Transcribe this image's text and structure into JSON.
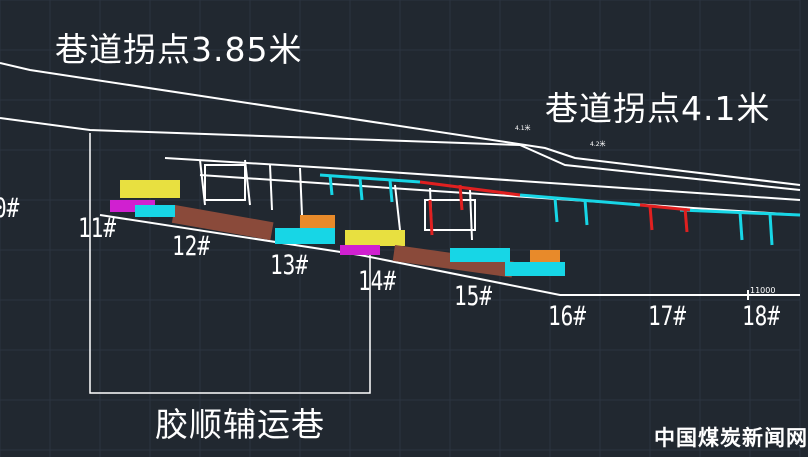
{
  "labels": {
    "inflection_a": "巷道拐点3.85米",
    "inflection_b": "巷道拐点4.1米",
    "small_a": "4.1米",
    "small_b": "4.2米",
    "roadway_name": "胶顺辅运巷",
    "dimension": "11000",
    "watermark": "中国煤炭新闻网"
  },
  "supports": [
    "0#",
    "11#",
    "12#",
    "13#",
    "14#",
    "15#",
    "16#",
    "17#",
    "18#"
  ],
  "colors": {
    "background": "#212830",
    "grid": "#2c3440",
    "line": "#ffffff",
    "cyan": "#17d6e6",
    "red": "#e02020",
    "magenta": "#d020d0",
    "yellow": "#e8e040",
    "orange": "#e88a2a",
    "brown": "#8a4a3a"
  }
}
